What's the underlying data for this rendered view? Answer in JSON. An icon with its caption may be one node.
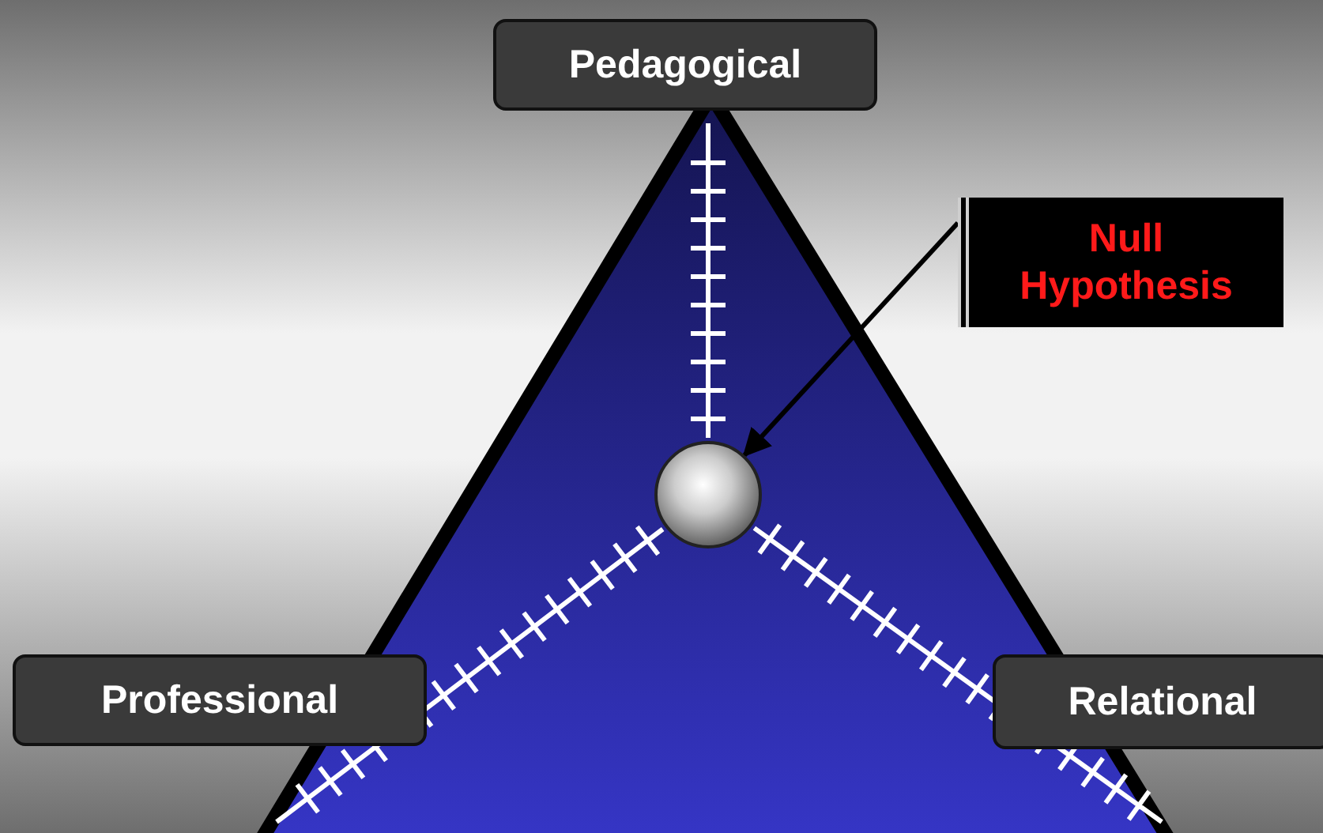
{
  "diagram": {
    "nodes": [
      {
        "text": [
          "Pedagogical"
        ]
      },
      {
        "text": [
          "Null Hypothesis"
        ]
      },
      {
        "text": [],
        "shape": "circle"
      },
      {
        "text": [
          "Professional"
        ]
      },
      {
        "text": [
          "Relational"
        ]
      }
    ],
    "edges": [
      {
        "from": 1,
        "to": 2,
        "arrow": "to"
      }
    ]
  }
}
